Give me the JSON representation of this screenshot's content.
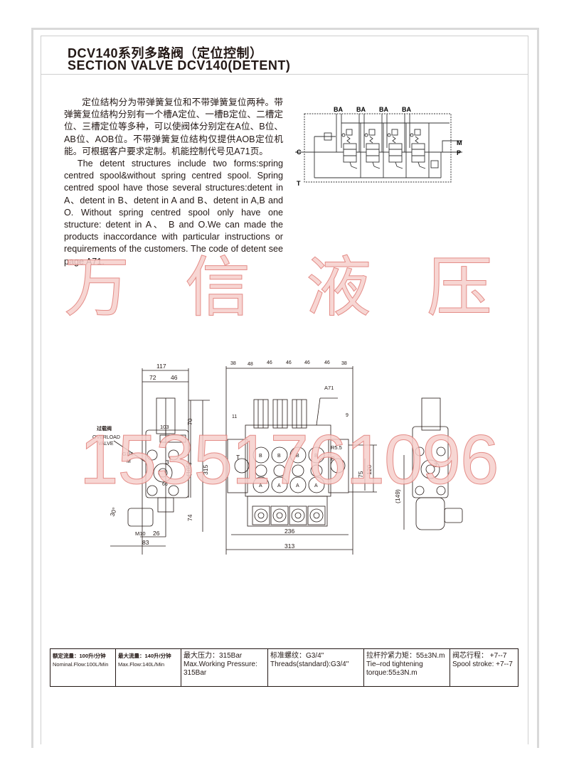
{
  "header": {
    "title_cn": "DCV140系列多路阀（定位控制）",
    "title_en": "SECTION VALVE DCV140(DETENT)"
  },
  "description": {
    "cn": "定位结构分为带弹簧复位和不带弹簧复位两种。带弹簧复位结构分别有一个槽A定位、一槽B定位、二槽定位、三槽定位等多种，可以使阀体分别定在A位、B位、AB位、AOB位。不带弹簧复位结构仅提供AOB定位机能。可根据客户要求定制。机能控制代号见A71页。",
    "en": "The detent structures include two forms:spring centred spool&without spring centred spool. Spring centred spool have those several structures:detent in A、detent in B、detent in A and B、detent in A,B and O. Without spring centred spool only have one structure: detent in A、 B and O.We can made the products inaccordance with particular instructions or requirements of the customers. The code of detent see page A71."
  },
  "schematic": {
    "port_ba": "BA",
    "port_c": "C",
    "port_t": "T",
    "port_m": "M",
    "port_p": "P"
  },
  "watermark": {
    "cn": "万信液压",
    "phone": "15351761096"
  },
  "drawing": {
    "side_left": {
      "d117": "117",
      "d72": "72",
      "d46": "46",
      "d103": "103",
      "d70": "70",
      "d105": "(105)",
      "d315": "315",
      "d74": "74",
      "d3": "3",
      "d66": "66",
      "d30": "30°",
      "m10": "M10",
      "d26": "26",
      "d83": "83",
      "overload_cn": "过载阀",
      "overload_en1": "OVERLOAD",
      "overload_en2": "VALVE",
      "g14": "G1/4",
      "m": "M"
    },
    "front": {
      "top_dims": [
        "38",
        "48",
        "46",
        "46",
        "46",
        "46",
        "38"
      ],
      "a71": "A71",
      "d11": "11",
      "d9": "9",
      "r55": "R5.5",
      "t": "T",
      "p": "P",
      "b": "B",
      "a": "A",
      "d75": "75",
      "d120": "120",
      "d236": "236",
      "d313": "313"
    },
    "side_right": {
      "d3": "3",
      "d149": "(149)"
    }
  },
  "specs": [
    {
      "cn": "额定流量：100升/分钟",
      "en": "Nominal.Flow:100L/Min"
    },
    {
      "cn": "最大流量：140升/分钟",
      "en": "Max.Flow:140L/Min"
    },
    {
      "cn": "最大压力：315Bar",
      "en": "Max.Working Pressure: 315Bar"
    },
    {
      "cn": "标准螺纹：G3/4\"",
      "en": "Threads(standard):G3/4\""
    },
    {
      "cn": "拉杆拧紧力矩：55±3N.m",
      "en": "Tie–rod tightening torque:55±3N.m"
    },
    {
      "cn": "阀芯行程： +7--7",
      "en": "Spool stroke: +7--7"
    }
  ]
}
